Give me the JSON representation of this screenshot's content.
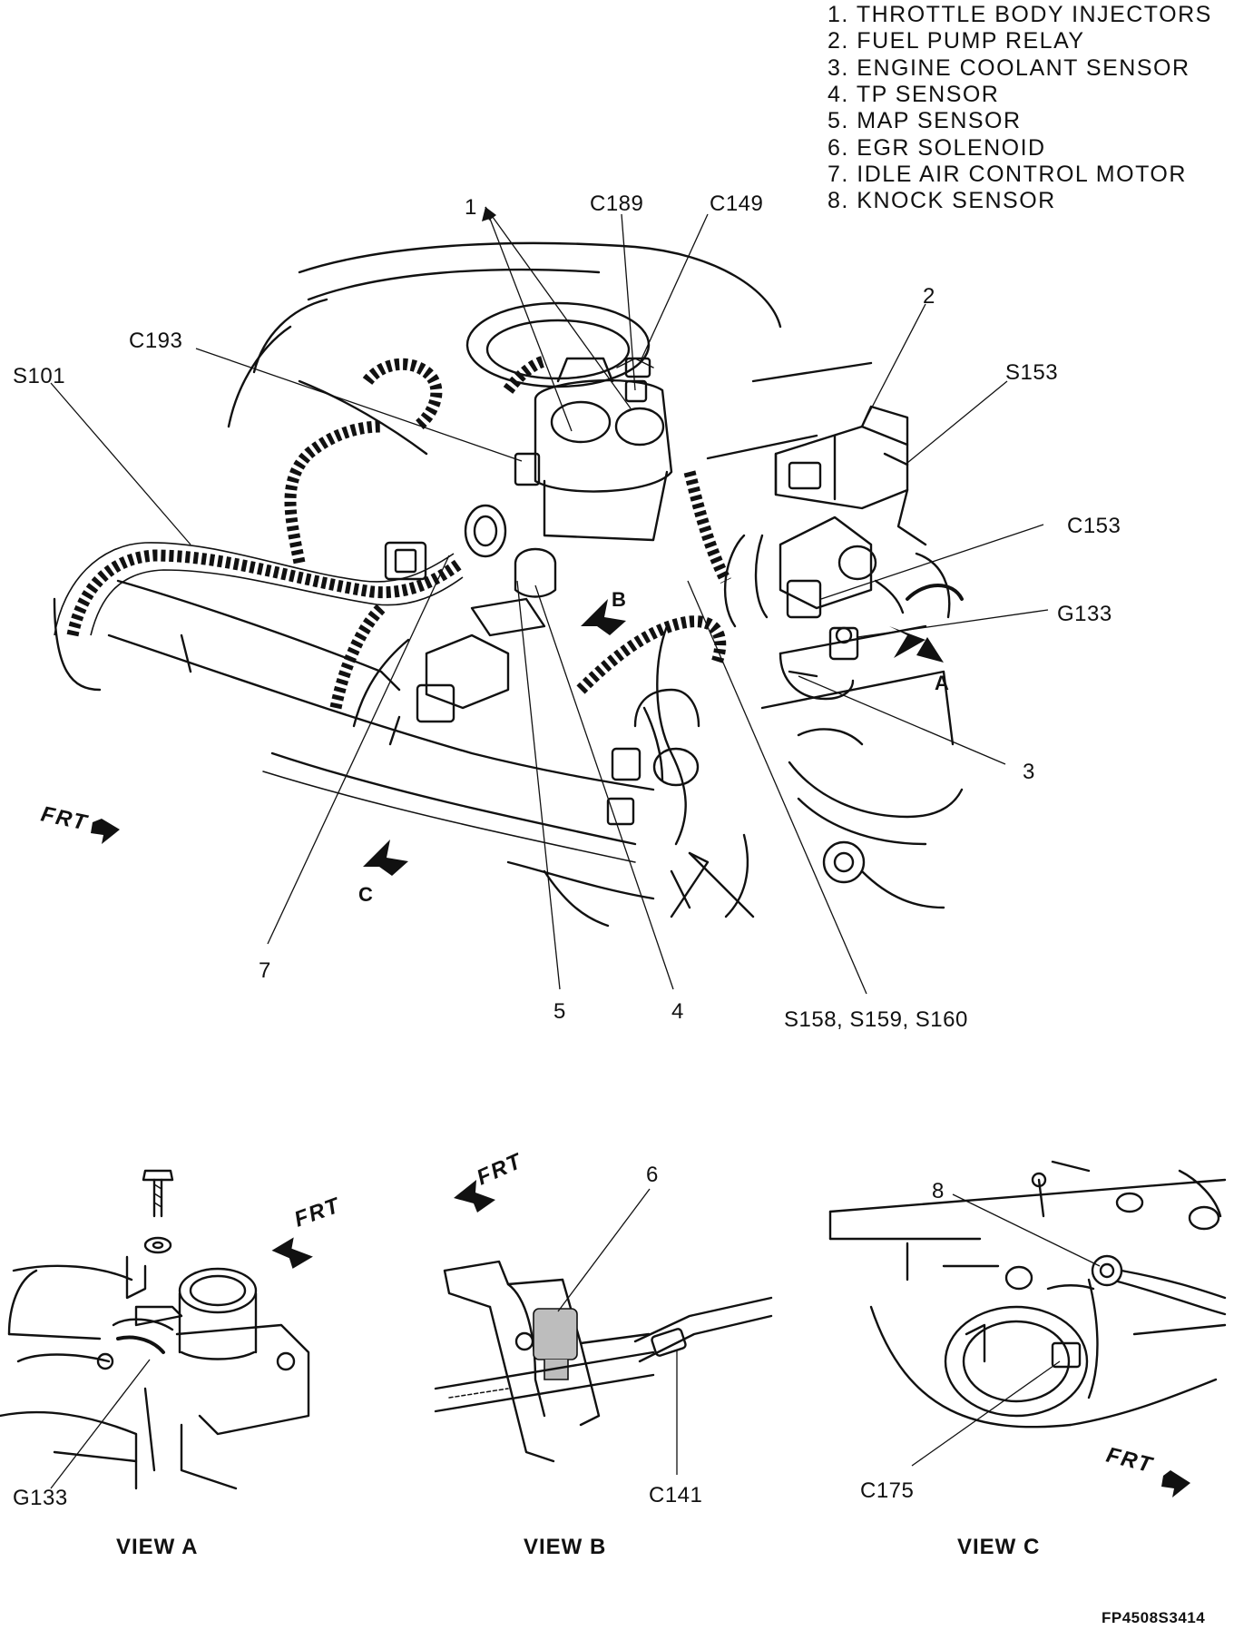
{
  "legend": [
    "1. THROTTLE BODY INJECTORS",
    "2. FUEL PUMP RELAY",
    "3. ENGINE COOLANT SENSOR",
    "4. TP SENSOR",
    "5. MAP SENSOR",
    "6. EGR SOLENOID",
    "7. IDLE AIR CONTROL MOTOR",
    "8. KNOCK SENSOR"
  ],
  "main_view": {
    "callouts": {
      "item_1": "1",
      "c189": "C189",
      "c149": "C149",
      "item_2": "2",
      "c193": "C193",
      "s101": "S101",
      "s153": "S153",
      "c153": "C153",
      "g133": "G133",
      "item_3": "3",
      "item_7": "7",
      "item_5": "5",
      "item_4": "4",
      "s158_s160": "S158, S159, S160"
    },
    "view_arrows": {
      "a": "A",
      "b": "B",
      "c": "C"
    },
    "frt": "FRT"
  },
  "view_a": {
    "title": "VIEW  A",
    "frt": "FRT",
    "callouts": {
      "g133": "G133"
    }
  },
  "view_b": {
    "title": "VIEW  B",
    "frt": "FRT",
    "callouts": {
      "item_6": "6",
      "c141": "C141"
    }
  },
  "view_c": {
    "title": "VIEW  C",
    "frt": "FRT",
    "callouts": {
      "item_8": "8",
      "c175": "C175"
    }
  },
  "figure_code": "FP4508S3414"
}
